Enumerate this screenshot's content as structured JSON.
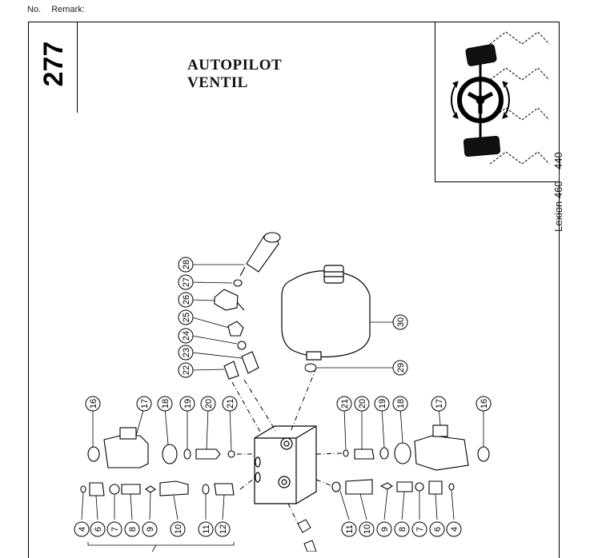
{
  "header": {
    "no_label": "No.",
    "remark_label": "Remark:"
  },
  "page": {
    "number": "277",
    "title_line1": "AUTOPILOT",
    "title_line2": "VENTIL",
    "model": "Lexion 460 – 440"
  },
  "icon": "steering-wheel-with-header-icon",
  "callouts": {
    "c28": "28",
    "c27": "27",
    "c26": "26",
    "c25": "25",
    "c24": "24",
    "c23": "23",
    "c22": "22",
    "c30": "30",
    "c29": "29",
    "l16": "16",
    "l17": "17",
    "l18": "18",
    "l19": "19",
    "l20": "20",
    "l21": "21",
    "r21": "21",
    "r20": "20",
    "r19": "19",
    "r18": "18",
    "r17": "17",
    "r16": "16",
    "b4": "4",
    "b6": "6",
    "b7": "7",
    "b8": "8",
    "b9": "9",
    "b10": "10",
    "b11": "11",
    "b12": "12",
    "rb11": "11",
    "rb10": "10",
    "rb9": "9",
    "rb8": "8",
    "rb7": "7",
    "rb6": "6",
    "rb4": "4"
  }
}
